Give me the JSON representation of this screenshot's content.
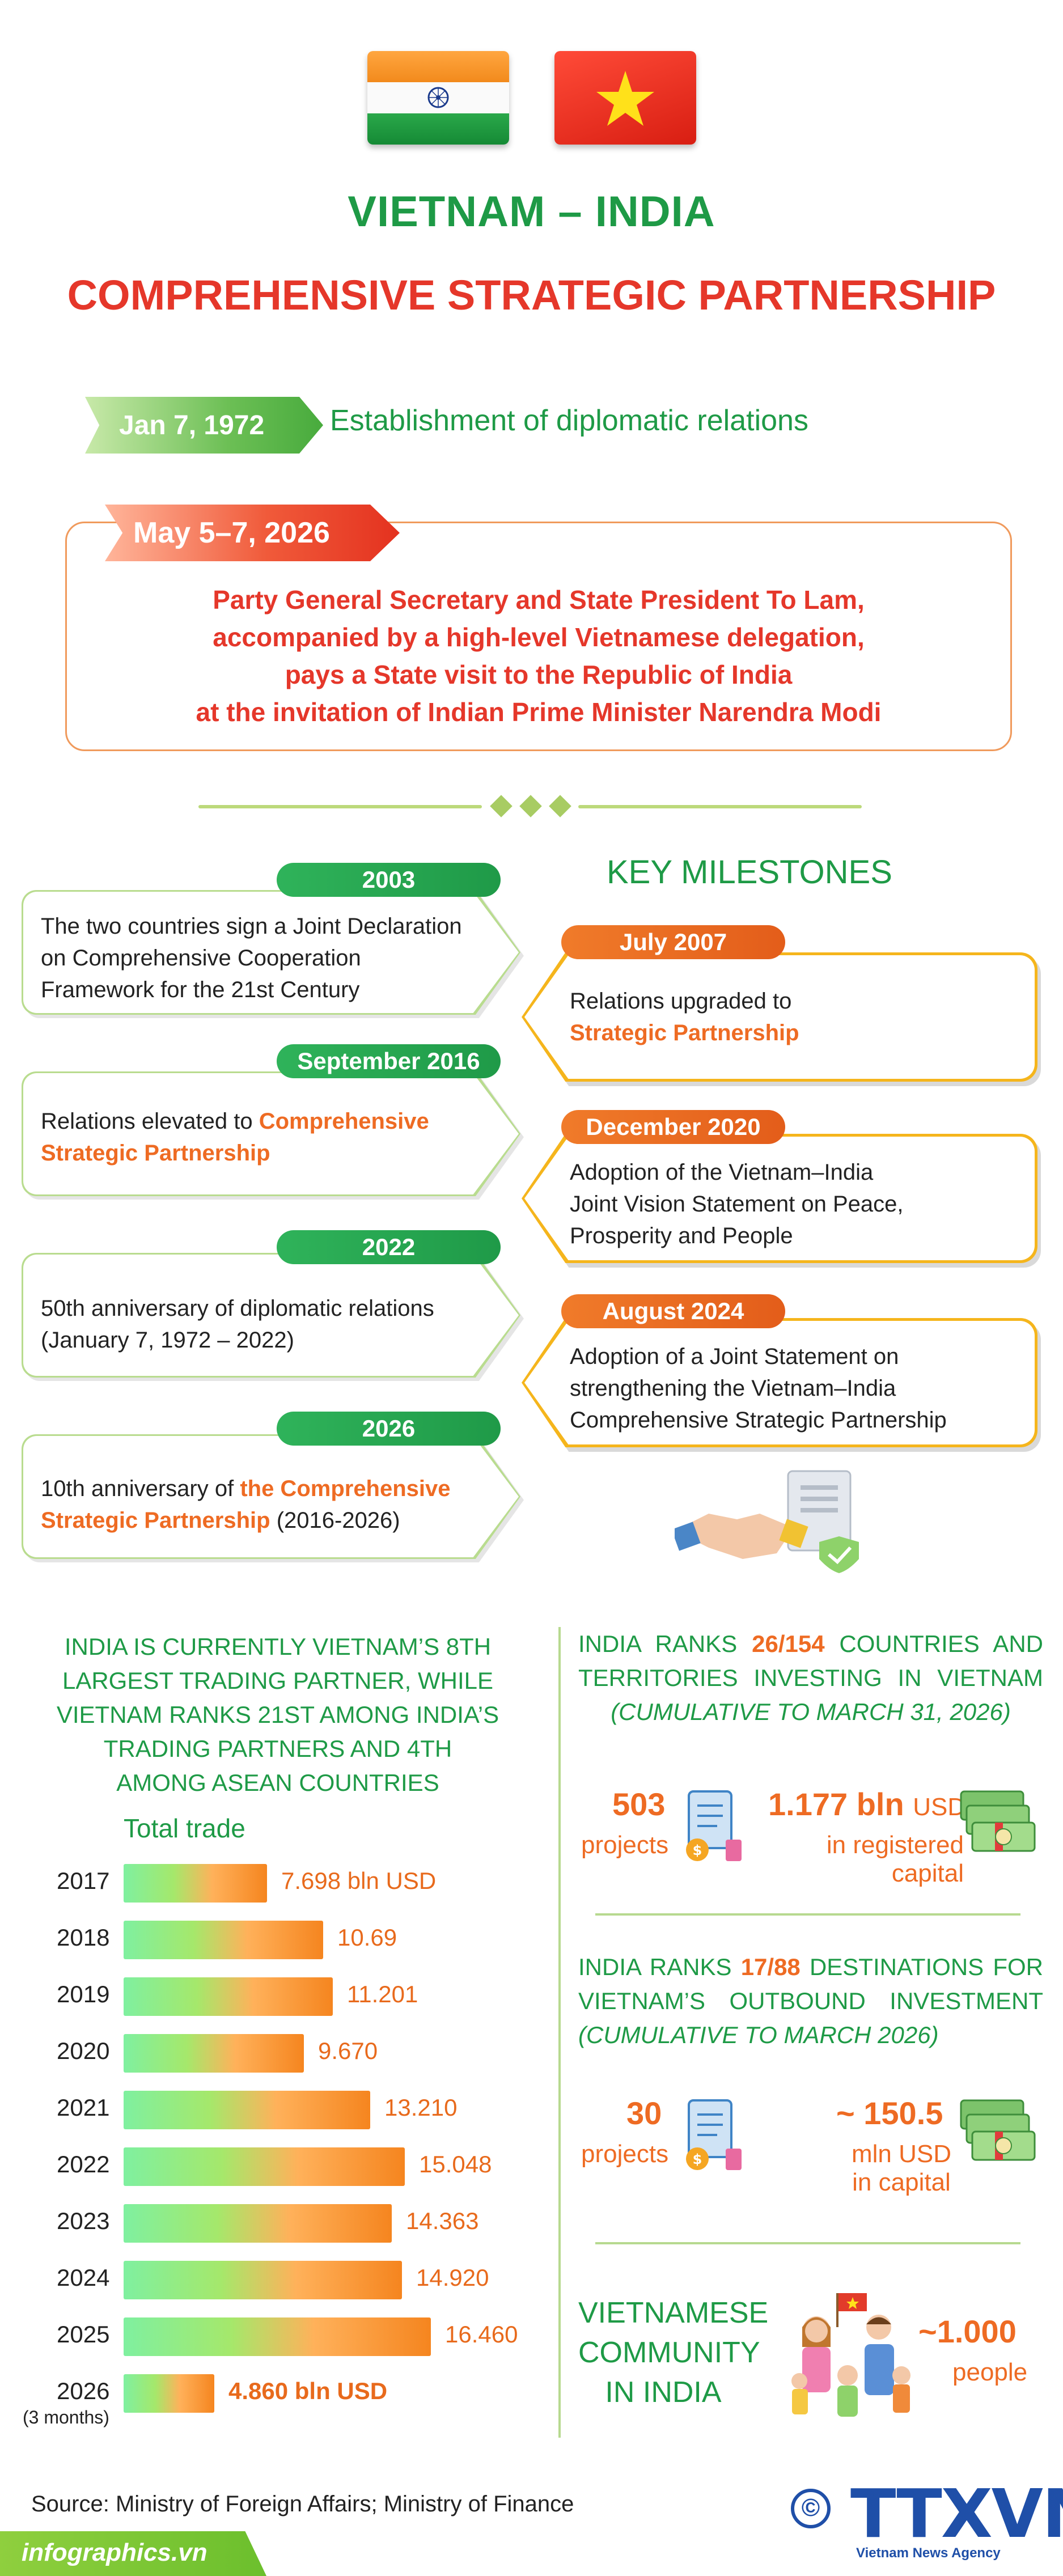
{
  "header": {
    "title_line1": "VIETNAM – INDIA",
    "title_line2": "COMPREHENSIVE STRATEGIC PARTNERSHIP",
    "flags": [
      "india-flag-icon",
      "vietnam-flag-icon"
    ]
  },
  "establishment": {
    "date": "Jan 7, 1972",
    "text": "Establishment of diplomatic relations"
  },
  "visit": {
    "date": "May 5–7, 2026",
    "lines": [
      "Party General Secretary and State President To Lam,",
      "accompanied by a high-level Vietnamese delegation,",
      "pays a State visit to the Republic of India",
      "at the invitation of Indian Prime Minister Narendra Modi"
    ]
  },
  "milestones": {
    "title": "KEY MILESTONES",
    "left": [
      {
        "year": "2003",
        "lines": [
          "The two countries sign a Joint Declaration",
          "on Comprehensive Cooperation",
          "Framework for the 21st Century"
        ]
      },
      {
        "year": "September 2016",
        "pre": "Relations elevated to ",
        "highlight1": "Comprehensive",
        "highlight2": "Strategic Partnership"
      },
      {
        "year": "2022",
        "lines": [
          "50th anniversary of diplomatic relations",
          "(January 7, 1972 – 2022)"
        ]
      },
      {
        "year": "2026",
        "pre": "10th anniversary of ",
        "highlight1": "the Comprehensive",
        "highlight2": "Strategic Partnership",
        "post": " (2016-2026)"
      }
    ],
    "right": [
      {
        "year": "July 2007",
        "line1": "Relations upgraded to",
        "highlight": "Strategic Partnership"
      },
      {
        "year": "December 2020",
        "lines": [
          "Adoption of the Vietnam–India",
          "Joint Vision Statement on Peace,",
          "Prosperity and People"
        ]
      },
      {
        "year": "August 2024",
        "lines": [
          "Adoption of a Joint Statement on",
          "strengthening the Vietnam–India",
          "Comprehensive Strategic Partnership"
        ]
      }
    ]
  },
  "trade": {
    "headline": [
      "INDIA IS CURRENTLY VIETNAM’S 8TH",
      "LARGEST TRADING PARTNER, WHILE",
      "VIETNAM RANKS 21ST AMONG INDIA’S",
      "TRADING PARTNERS AND 4TH",
      "AMONG ASEAN COUNTRIES"
    ],
    "total_label": "Total trade",
    "sub_note": "(3 months)"
  },
  "chart_data": {
    "type": "bar",
    "categories": [
      "2017",
      "2018",
      "2019",
      "2020",
      "2021",
      "2022",
      "2023",
      "2024",
      "2025",
      "2026"
    ],
    "values": [
      7.698,
      10.69,
      11.201,
      9.67,
      13.21,
      15.048,
      14.363,
      14.92,
      16.46,
      4.86
    ],
    "labels": [
      "7.698 bln USD",
      "10.69",
      "11.201",
      "9.670",
      "13.210",
      "15.048",
      "14.363",
      "14.920",
      "16.460",
      "4.860 bln USD"
    ],
    "title": "Total trade",
    "orientation": "horizontal"
  },
  "investment_in_vn": {
    "line1_pre": "INDIA RANKS ",
    "rank": "26/154",
    "line1_post": " COUNTRIES AND",
    "line2": "TERRITORIES INVESTING IN VIETNAM",
    "line3": "(CUMULATIVE TO MARCH 31, 2026)",
    "projects_num": "503",
    "projects_lbl": "projects",
    "capital_num": "1.177 bln",
    "capital_unit": "USD",
    "capital_lbl1": "in registered",
    "capital_lbl2": "capital"
  },
  "outbound": {
    "line1_pre": "INDIA RANKS ",
    "rank": "17/88",
    "line1_post": " DESTINATIONS FOR",
    "line2": "VIETNAM’S OUTBOUND INVESTMENT",
    "line3": "(CUMULATIVE TO MARCH 2026)",
    "projects_num": "30",
    "projects_lbl": "projects",
    "capital_num": "~ 150.5",
    "capital_lbl1": "mln USD",
    "capital_lbl2": "in capital"
  },
  "community": {
    "lines": [
      "VIETNAMESE",
      "COMMUNITY",
      "IN INDIA"
    ],
    "count": "~1.000",
    "count_lbl": "people"
  },
  "footer": {
    "source": "Source: Ministry of Foreign Affairs; Ministry of Finance",
    "site": "infographics.vn",
    "logo": "TTXVN",
    "logo_sub": "Vietnam News Agency",
    "copyright": "©"
  },
  "colors": {
    "green": "#1e9a46",
    "red": "#e5372a",
    "orange": "#ee6b23"
  }
}
